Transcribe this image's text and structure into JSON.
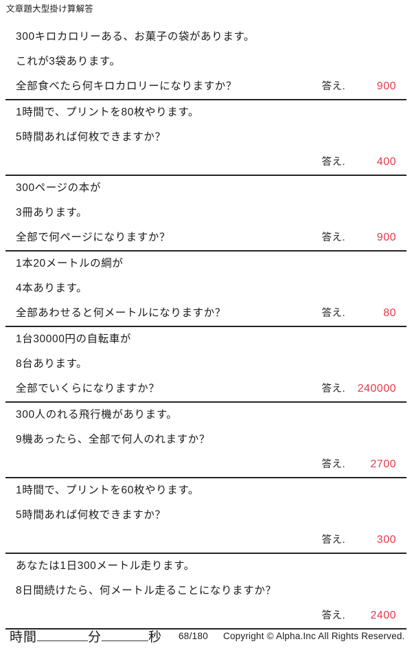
{
  "title": "文章題大型掛け算解答",
  "answer_label": "答え.",
  "answer_color": "#e8384a",
  "problems": [
    {
      "lines": [
        "300キロカロリーある、お菓子の袋があります。",
        "これが3袋あります。",
        "全部食べたら何キロカロリーになりますか？"
      ],
      "answer": "900",
      "answer_on_line": 2
    },
    {
      "lines": [
        "1時間で、プリントを80枚やります。",
        "5時間あれば何枚できますか？",
        ""
      ],
      "answer": "400",
      "answer_on_line": 2
    },
    {
      "lines": [
        "300ページの本が",
        "3冊あります。",
        "全部で何ページになりますか？"
      ],
      "answer": "900",
      "answer_on_line": 2
    },
    {
      "lines": [
        "1本20メートルの綱が",
        "4本あります。",
        "全部あわせると何メートルになりますか？"
      ],
      "answer": "80",
      "answer_on_line": 2
    },
    {
      "lines": [
        "1台30000円の自転車が",
        "8台あります。",
        "全部でいくらになりますか？"
      ],
      "answer": "240000",
      "answer_on_line": 2
    },
    {
      "lines": [
        "300人のれる飛行機があります。",
        "9機あったら、全部で何人のれますか？",
        ""
      ],
      "answer": "2700",
      "answer_on_line": 2
    },
    {
      "lines": [
        "1時間で、プリントを60枚やります。",
        "5時間あれば何枚できますか？",
        ""
      ],
      "answer": "300",
      "answer_on_line": 2
    },
    {
      "lines": [
        "あなたは1日300メートル走ります。",
        "8日間続けたら、何メートル走ることになりますか？",
        ""
      ],
      "answer": "2400",
      "answer_on_line": 2
    }
  ],
  "footer": {
    "time_label": "時間",
    "minute_label": "分",
    "second_label": "秒",
    "page_number": "68/180",
    "copyright": "Copyright ©  Alpha.Inc All Rights Reserved."
  }
}
